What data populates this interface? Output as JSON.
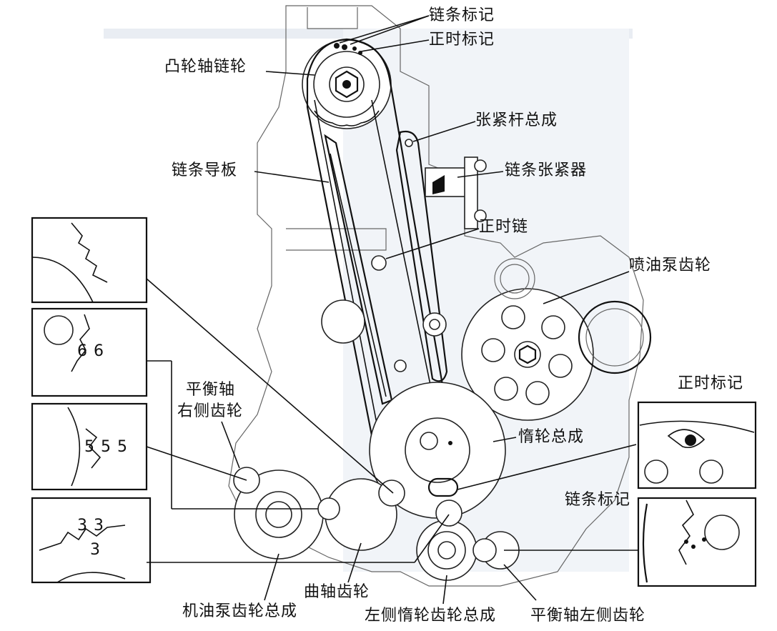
{
  "labels": {
    "chain_mark_top": "链条标记",
    "timing_mark_top": "正时标记",
    "camshaft_sprocket": "凸轮轴链轮",
    "tensioner_lever": "张紧杆总成",
    "chain_guide": "链条导板",
    "chain_tensioner": "链条张紧器",
    "timing_chain": "正时链",
    "injection_pump_gear": "喷油泵齿轮",
    "balance_right_line1": "平衡轴",
    "balance_right_line2": "右侧齿轮",
    "idler_assembly": "惰轮总成",
    "timing_mark_right": "正时标记",
    "chain_mark_right": "链条标记",
    "crank_gear": "曲轴齿轮",
    "oil_pump_gear": "机油泵齿轮总成",
    "left_idler_gear": "左侧惰轮齿轮总成",
    "balance_left_gear": "平衡轴左侧齿轮"
  },
  "inset_marks": {
    "inset1": "",
    "inset2": "6 6",
    "inset3": "5 5 5",
    "inset4_a": "3 3",
    "inset4_b": "3"
  },
  "colors": {
    "ink": "#111111",
    "watermark": "#e4e8ee"
  }
}
